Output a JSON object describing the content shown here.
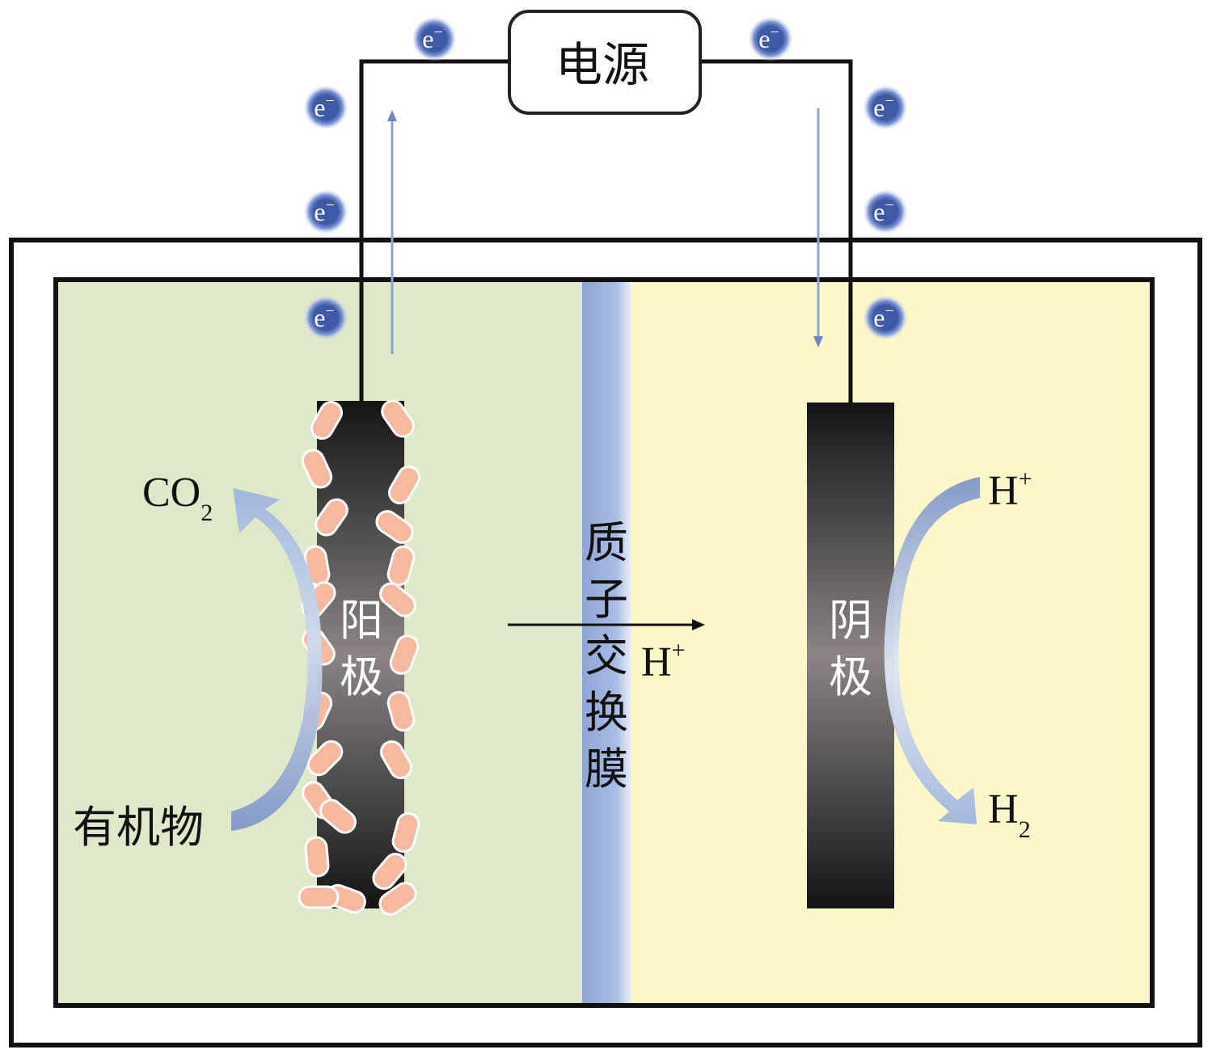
{
  "power_supply": {
    "label": "电源"
  },
  "electron": {
    "base": "e",
    "charge": "−"
  },
  "anode": {
    "label_1": "阳",
    "label_2": "极"
  },
  "cathode": {
    "label_1": "阴",
    "label_2": "极"
  },
  "membrane": {
    "chars": [
      "质",
      "子",
      "交",
      "换",
      "膜"
    ]
  },
  "anode_side": {
    "product": {
      "base": "CO",
      "sub": "2"
    },
    "reactant": "有机物"
  },
  "membrane_flux": {
    "base": "H",
    "sup": "+"
  },
  "cathode_side": {
    "reactant": {
      "base": "H",
      "sup": "+"
    },
    "product": {
      "base": "H",
      "sub": "2"
    }
  },
  "colors": {
    "anode_chamber": "#dde9c8",
    "cathode_chamber": "#fbf7c8",
    "membrane": "#9fb3d9",
    "electron_fill": "#3f5fa8",
    "flow_arrow": "#8a9fcf",
    "bacteria": "#f6b9a0"
  }
}
